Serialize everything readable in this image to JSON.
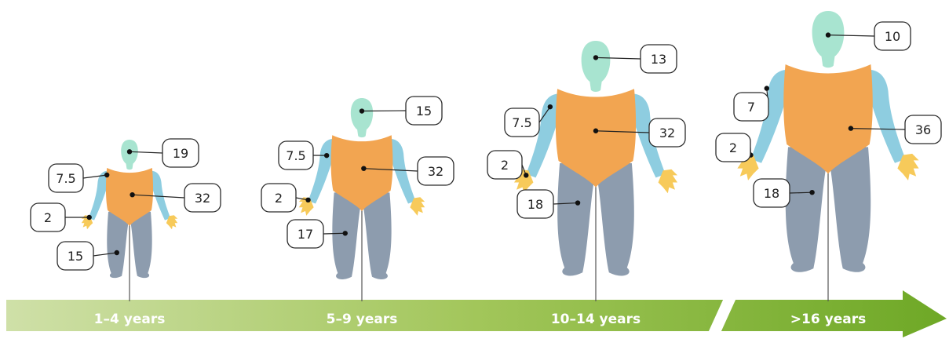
{
  "colors": {
    "head": "#a8e4d0",
    "arm": "#8ecde0",
    "trunk": "#f2a551",
    "hand": "#f7ca5a",
    "leg": "#8d9cae",
    "band_start": "#cfe0a8",
    "band_mid": "#a2c65a",
    "band_end": "#6ea826"
  },
  "groups": [
    {
      "age": "1–4 years",
      "head": "19",
      "arm": "7.5",
      "trunk": "32",
      "hand": "2",
      "leg": "15"
    },
    {
      "age": "5–9 years",
      "head": "15",
      "arm": "7.5",
      "trunk": "32",
      "hand": "2",
      "leg": "17"
    },
    {
      "age": "10–14 years",
      "head": "13",
      "arm": "7.5",
      "trunk": "32",
      "hand": "2",
      "leg": "18"
    },
    {
      "age": ">16 years",
      "head": "10",
      "arm": "7",
      "trunk": "36",
      "hand": "2",
      "leg": "18"
    }
  ]
}
